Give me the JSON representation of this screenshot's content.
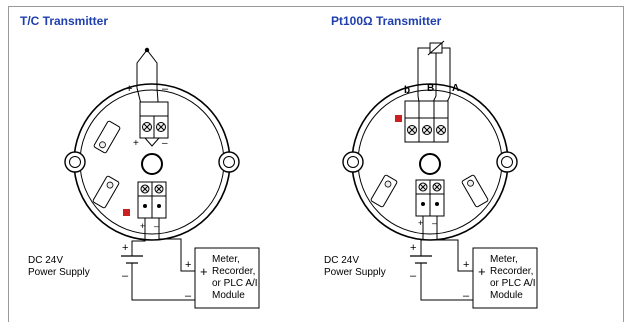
{
  "panels": {
    "tc": {
      "title": "T/C Transmitter",
      "plus": "+",
      "minus": "–",
      "terminal_plus": "+",
      "terminal_minus": "–"
    },
    "pt": {
      "title": "Pt100Ω Transmitter",
      "label_b_left": "b",
      "label_b": "B",
      "label_a": "A",
      "terminal_plus": "+",
      "terminal_minus": "–"
    }
  },
  "wiring": {
    "power_supply": {
      "line1": "DC 24V",
      "line2": "Power Supply",
      "plus": "+",
      "minus": "–"
    },
    "meter": {
      "plus": "+",
      "minus": "–",
      "lines": [
        "Meter,",
        "Recorder,",
        "or PLC A/I",
        "Module"
      ]
    }
  },
  "colors": {
    "title": "#1f3fae",
    "frame": "#9a9a9a",
    "indicator": "#cc1f1f",
    "ink": "#000000",
    "screw": "#eeeeee"
  }
}
